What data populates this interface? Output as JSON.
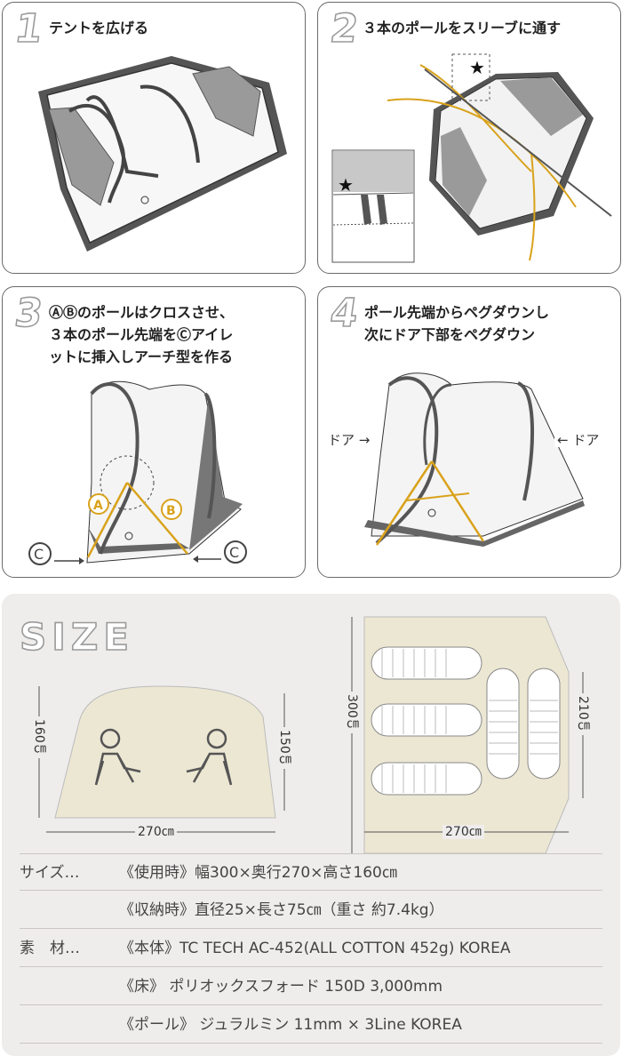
{
  "steps": [
    {
      "num": "1",
      "text": "テントを広げる"
    },
    {
      "num": "2",
      "text": "３本のポールをスリーブに通す",
      "marker": "★"
    },
    {
      "num": "3",
      "text": "ⒶⒷのポールはクロスさせ、\n３本のポール先端をⒸアイレ\nットに挿入しアーチ型を作る",
      "label_a": "A",
      "label_b": "B",
      "label_c": "C"
    },
    {
      "num": "4",
      "text": "ポール先端からペグダウンし\n次にドア下部をペグダウン",
      "door_left": "ドア →",
      "door_right": "← ドア"
    }
  ],
  "size": {
    "title": "SIZE",
    "side_view": {
      "width": "270㎝",
      "height_left": "160㎝",
      "height_right": "150㎝"
    },
    "top_view": {
      "width": "270㎝",
      "length": "300㎝",
      "inner": "210㎝"
    }
  },
  "specs": [
    {
      "label": "サイズ…",
      "value": "《使用時》幅300×奥行270×高さ160㎝"
    },
    {
      "label": "",
      "value": "《収納時》直径25×長さ75㎝（重さ 約7.4kg）"
    },
    {
      "label": "素　材…",
      "value": "《本体》TC TECH AC-452(ALL COTTON 452g) KOREA"
    },
    {
      "label": "",
      "value": "《床》 ポリオックスフォード 150D 3,000mm"
    },
    {
      "label": "",
      "value": "《ポール》 ジュラルミン 11mm × 3Line KOREA"
    }
  ],
  "colors": {
    "accent": "#d9a21b",
    "tent_fill": "#ece7d3",
    "border": "#6a6a6a"
  }
}
